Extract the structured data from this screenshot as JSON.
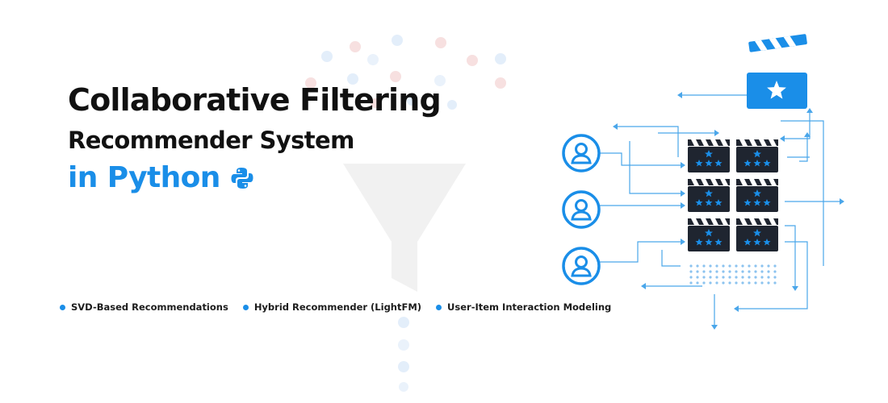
{
  "title": {
    "line1": "Collaborative Filtering",
    "line2": "Recommender System",
    "line3": "in Python"
  },
  "features": [
    {
      "label": "SVD-Based Recommendations"
    },
    {
      "label": "Hybrid Recommender (LightFM)"
    },
    {
      "label": "User-Item Interaction Modeling"
    }
  ],
  "colors": {
    "accent": "#1a8ee8",
    "text": "#111111",
    "clapper_dark": "#1f2530"
  },
  "icons": [
    "python-logo-icon",
    "funnel-icon",
    "user-icon",
    "movie-clapper-icon",
    "star-icon"
  ]
}
